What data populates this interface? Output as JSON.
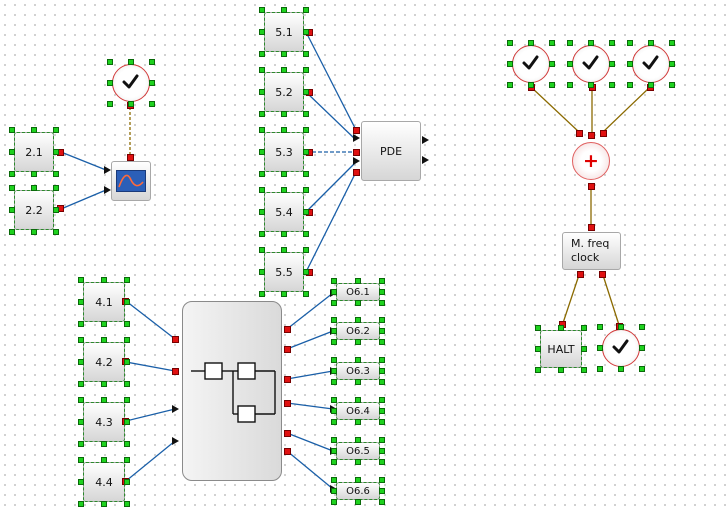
{
  "blocks": {
    "b21": "2.1",
    "b22": "2.2",
    "b51": "5.1",
    "b52": "5.2",
    "b53": "5.3",
    "b54": "5.4",
    "b55": "5.5",
    "pde": "PDE",
    "b41": "4.1",
    "b42": "4.2",
    "b43": "4.3",
    "b44": "4.4",
    "o61": "O6.1",
    "o62": "O6.2",
    "o63": "O6.3",
    "o64": "O6.4",
    "o65": "O6.5",
    "o66": "O6.6",
    "mfreq": "M. freq\nclock",
    "halt": "HALT",
    "sum": "+"
  },
  "colors": {
    "data_link": "#1a5fa8",
    "event_link": "#8b6a00",
    "port": "#e01010",
    "handle": "#1ed21e",
    "clock_ring": "#d23a3a",
    "sum_symbol": "#e00000"
  },
  "icons": {
    "clock": "clock-check-icon",
    "scope": "scope-graph-icon",
    "superblock": "superblock-diagram-icon",
    "sum": "plus-sum-icon"
  }
}
